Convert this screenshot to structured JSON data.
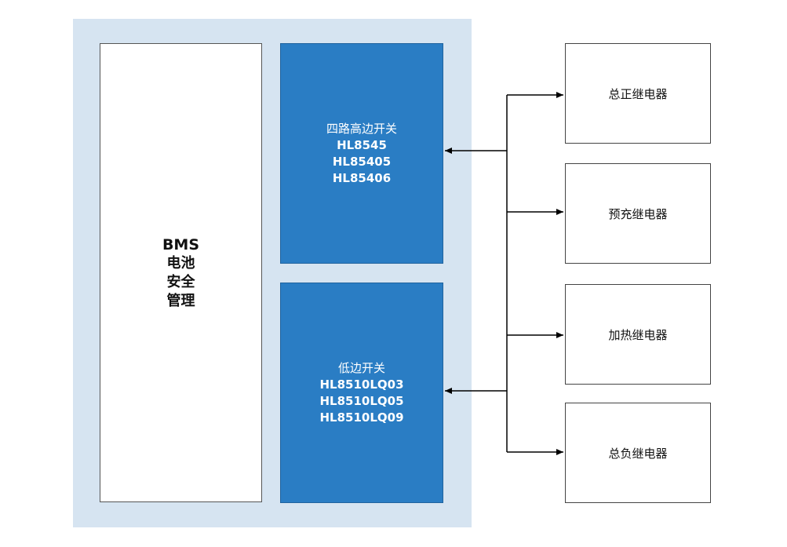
{
  "bms": {
    "title": "BMS",
    "lines": [
      "电池",
      "安全",
      "管理"
    ]
  },
  "high_side": {
    "name": "四路高边开关",
    "parts": [
      "HL8545",
      "HL85405",
      "HL85406"
    ]
  },
  "low_side": {
    "name": "低边开关",
    "parts": [
      "HL8510LQ03",
      "HL8510LQ05",
      "HL8510LQ09"
    ]
  },
  "relays": [
    {
      "label": "总正继电器"
    },
    {
      "label": "预充继电器"
    },
    {
      "label": "加热继电器"
    },
    {
      "label": "总负继电器"
    }
  ],
  "colors": {
    "panel": "#d6e4f1",
    "chip": "#2a7dc4",
    "line": "#000000"
  }
}
